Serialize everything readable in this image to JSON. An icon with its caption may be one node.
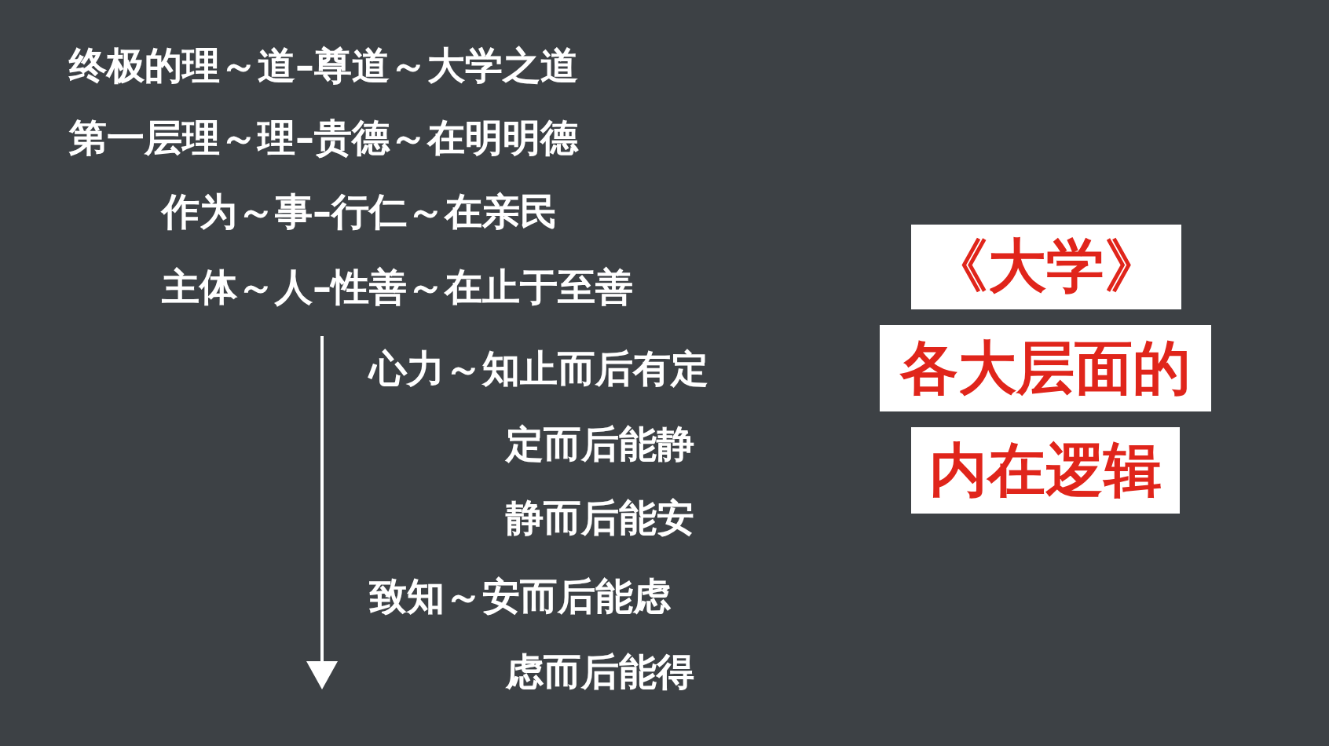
{
  "diagram": {
    "nodes": [
      {
        "text": [
          "《大学》"
        ]
      },
      {
        "text": [
          "各大层面的"
        ]
      },
      {
        "text": [
          "内在逻辑"
        ]
      }
    ],
    "edges": [],
    "labels": [
      "终极的理～道–尊道～大学之道",
      "第一层理～理–贵德～在明明德",
      "作为～事–行仁～在亲民",
      "主体～人–性善～在止于至善",
      "心力～知止而后有定",
      "定而后能静",
      "静而后能安",
      "致知～安而后能虑",
      "虑而后能得"
    ]
  }
}
